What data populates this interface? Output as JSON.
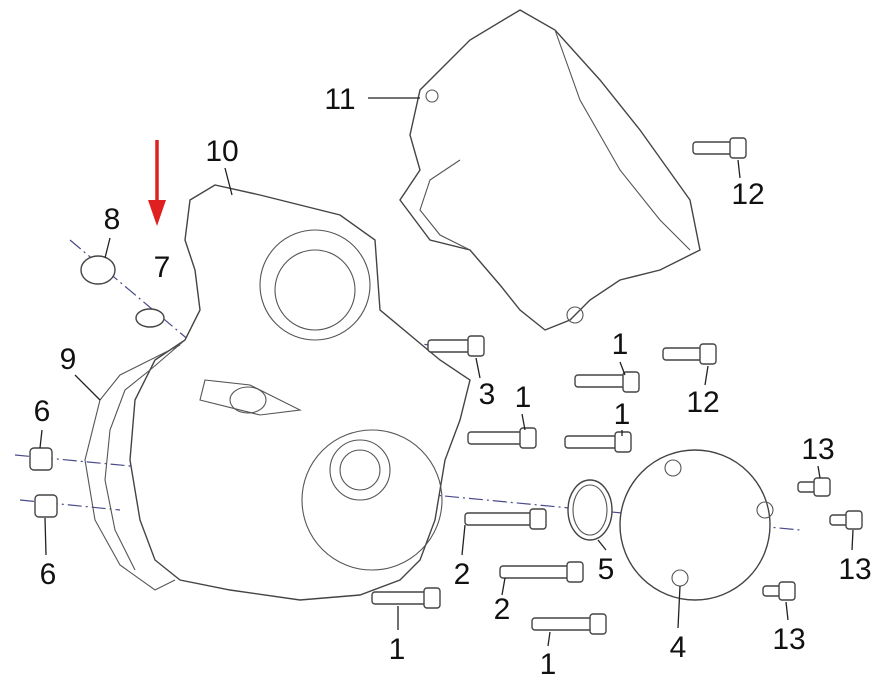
{
  "diagram": {
    "arrow_color": "#e02020",
    "callouts": [
      {
        "id": "c11",
        "text": "11"
      },
      {
        "id": "c12a",
        "text": "12"
      },
      {
        "id": "c10",
        "text": "10"
      },
      {
        "id": "c8",
        "text": "8"
      },
      {
        "id": "c7",
        "text": "7"
      },
      {
        "id": "c9",
        "text": "9"
      },
      {
        "id": "c3",
        "text": "3"
      },
      {
        "id": "c1a",
        "text": "1"
      },
      {
        "id": "c1b",
        "text": "1"
      },
      {
        "id": "c12b",
        "text": "12"
      },
      {
        "id": "c1c",
        "text": "1"
      },
      {
        "id": "c6a",
        "text": "6"
      },
      {
        "id": "c6b",
        "text": "6"
      },
      {
        "id": "c13a",
        "text": "13"
      },
      {
        "id": "c13b",
        "text": "13"
      },
      {
        "id": "c13c",
        "text": "13"
      },
      {
        "id": "c2a",
        "text": "2"
      },
      {
        "id": "c5",
        "text": "5"
      },
      {
        "id": "c2b",
        "text": "2"
      },
      {
        "id": "c4",
        "text": "4"
      },
      {
        "id": "c1d",
        "text": "1"
      },
      {
        "id": "c1e",
        "text": "1"
      }
    ]
  }
}
